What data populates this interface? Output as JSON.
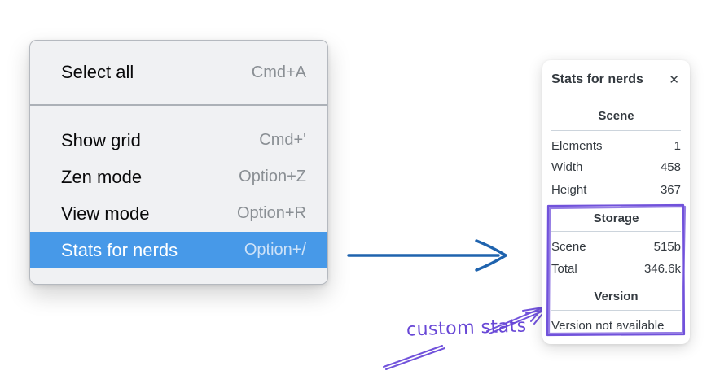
{
  "menu": {
    "items": [
      {
        "label": "Select all",
        "shortcut": "Cmd+A",
        "selected": false
      },
      {
        "label": "Show grid",
        "shortcut": "Cmd+'",
        "selected": false
      },
      {
        "label": "Zen mode",
        "shortcut": "Option+Z",
        "selected": false
      },
      {
        "label": "View mode",
        "shortcut": "Option+R",
        "selected": false
      },
      {
        "label": "Stats for nerds",
        "shortcut": "Option+/",
        "selected": true
      }
    ],
    "selection_color": "#4799e8"
  },
  "stats_panel": {
    "title": "Stats for nerds",
    "close_glyph": "✕",
    "sections": {
      "scene": {
        "heading": "Scene",
        "rows": [
          {
            "label": "Elements",
            "value": "1"
          },
          {
            "label": "Width",
            "value": "458"
          },
          {
            "label": "Height",
            "value": "367"
          }
        ]
      },
      "storage": {
        "heading": "Storage",
        "rows": [
          {
            "label": "Scene",
            "value": "515b"
          },
          {
            "label": "Total",
            "value": "346.6k"
          }
        ]
      },
      "version": {
        "heading": "Version",
        "note": "Version not available"
      }
    }
  },
  "annotation": {
    "label": "custom stats",
    "text_color": "#6847d6",
    "stroke_color": "#7152db"
  },
  "pointer_arrow": {
    "color": "#1f63ae"
  }
}
